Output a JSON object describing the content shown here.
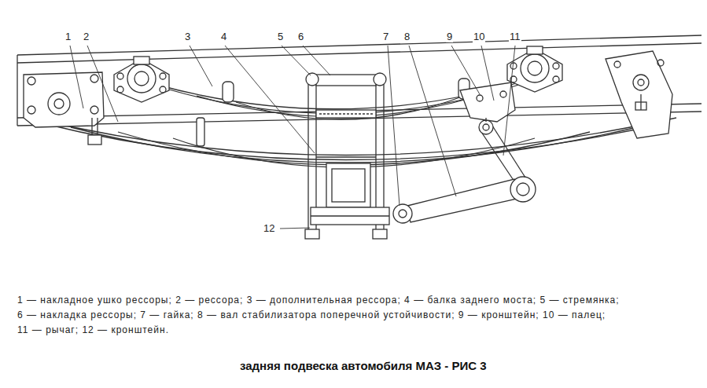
{
  "diagram": {
    "caption": "задняя подвеска автомобиля МАЗ - РИС 3",
    "labels": [
      "1",
      "2",
      "3",
      "4",
      "5",
      "6",
      "7",
      "8",
      "9",
      "10",
      "11",
      "12",
      "1 — накладное ушко рессоры; 2 — рессора; 3 — дополнительная рессора; 4 — балка заднего моста; 5 — стремянка;",
      "6 — накладка рессоры; 7 — гайка; 8 — вал стабилизатора поперечной устойчивости; 9 — кронштейн; 10 — палец;",
      "11 — рычаг; 12 — кронштейн."
    ]
  }
}
